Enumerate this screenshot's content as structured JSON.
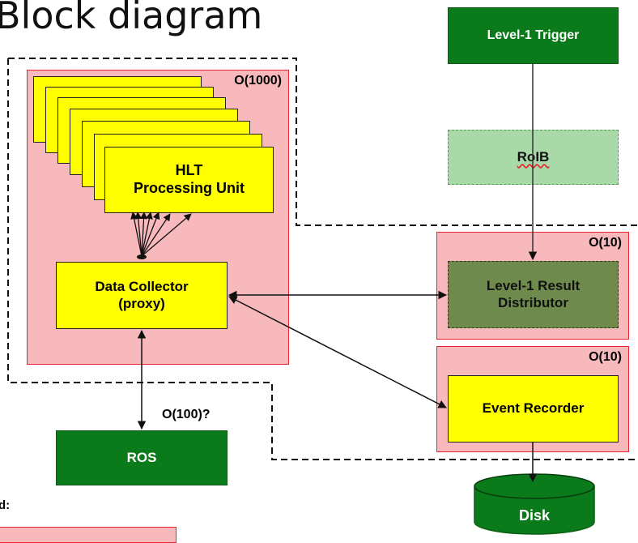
{
  "title": "Block diagram",
  "nodes": {
    "level1_trigger": "Level-1 Trigger",
    "roib": "RoIB",
    "hlt_unit": "HLT\nProcessing Unit",
    "data_collector": "Data Collector\n(proxy)",
    "result_distributor": "Level-1 Result\nDistributor",
    "event_recorder": "Event Recorder",
    "ros": "ROS",
    "disk": "Disk"
  },
  "counts": {
    "hlt_group": "O(1000)",
    "distributor_group": "O(10)",
    "recorder_group": "O(10)",
    "ros_link": "O(100)?"
  },
  "legend": {
    "heading": "d:"
  },
  "colors": {
    "green": "#0b7a1a",
    "light_green": "#a9d8a9",
    "olive": "#6f8a4d",
    "yellow": "#ffff00",
    "pink": "#f8b9bc",
    "red_border": "#e8232e"
  }
}
